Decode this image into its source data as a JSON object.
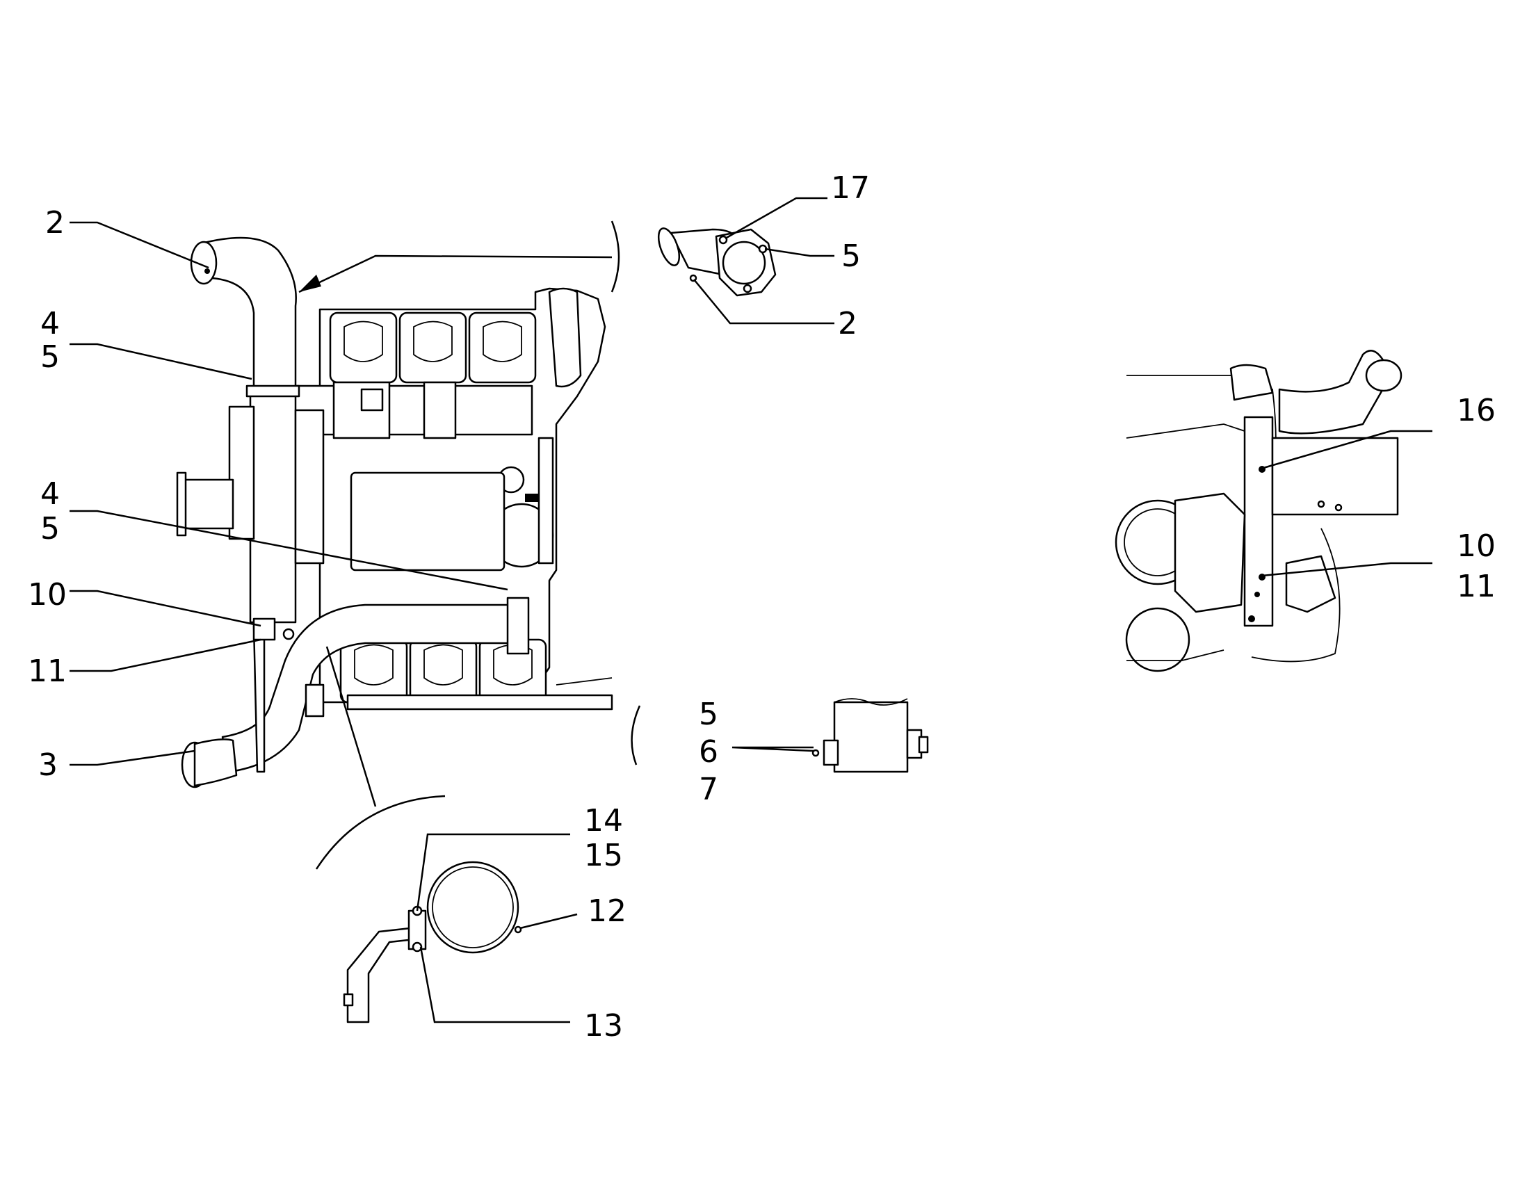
{
  "diagram": {
    "callouts": {
      "c2a": "2",
      "c45a_top": "4",
      "c45a_bot": "5",
      "c45b_top": "4",
      "c45b_bot": "5",
      "c10a": "10",
      "c11a": "11",
      "c3": "3",
      "c17": "17",
      "c5a": "5",
      "c2b": "2",
      "c5b": "5",
      "c6": "6",
      "c7": "7",
      "c14": "14",
      "c15": "15",
      "c12": "12",
      "c13": "13",
      "c16": "16",
      "c10b": "10",
      "c11b": "11"
    }
  }
}
